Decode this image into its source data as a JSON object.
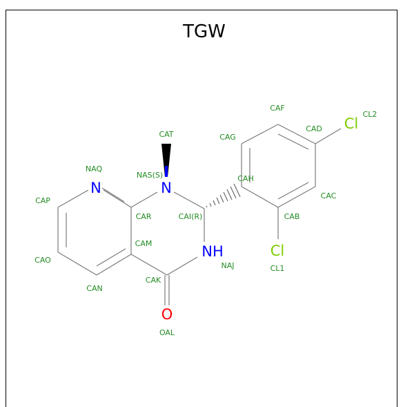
{
  "title": "TGW",
  "colors": {
    "carbon_bond": "#7a7a7a",
    "nitrogen": "#0000ff",
    "oxygen": "#ff0000",
    "chlorine": "#7fcc00",
    "atom_name": "#228b22",
    "title": "#000000"
  },
  "element_labels": {
    "n_pyridine": "N",
    "n_methyl": "N",
    "nh": "NH",
    "o": "O",
    "cl_ortho": "Cl",
    "cl_para": "Cl"
  },
  "atom_names": {
    "CAT": "CAT",
    "NAS": "NAS(S)",
    "NAQ": "NAQ",
    "CAP": "CAP",
    "CAR": "CAR",
    "CAI": "CAI(R)",
    "CAH": "CAH",
    "CAG": "CAG",
    "CAF": "CAF",
    "CAD": "CAD",
    "CL2": "CL2",
    "CAC": "CAC",
    "CAB": "CAB",
    "CL1": "CL1",
    "CAM": "CAM",
    "NAJ": "NAJ",
    "CAO": "CAO",
    "CAK": "CAK",
    "CAN": "CAN",
    "OAL": "OAL"
  }
}
